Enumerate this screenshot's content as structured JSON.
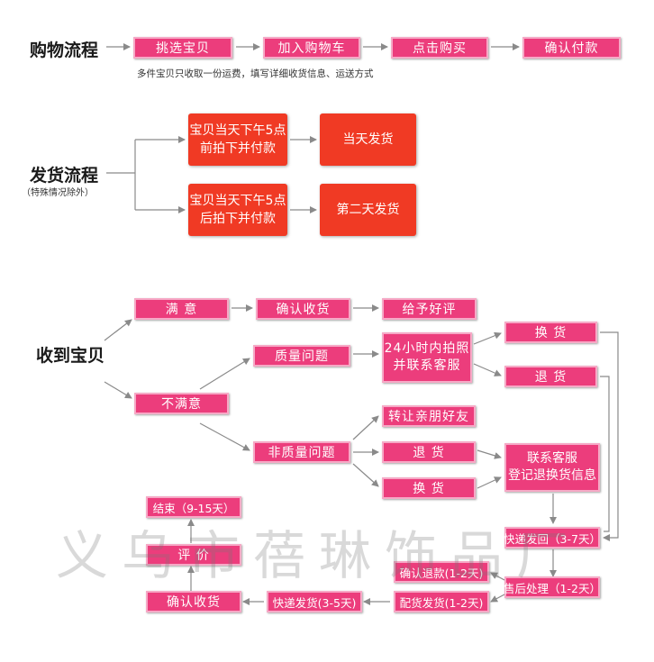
{
  "section1": {
    "label": "购物流程",
    "steps": [
      "挑选宝贝",
      "加入购物车",
      "点击购买",
      "确认付款"
    ],
    "note": "多件宝贝只收取一份运费，填写详细收货信息、运送方式"
  },
  "section2": {
    "label": "发货流程",
    "sublabel": "（特殊情况除外）",
    "cond1_line1": "宝贝当天下午5点",
    "cond1_line2": "前拍下并付款",
    "result1": "当天发货",
    "cond2_line1": "宝贝当天下午5点",
    "cond2_line2": "后拍下并付款",
    "result2": "第二天发货"
  },
  "section3": {
    "label": "收到宝贝",
    "satisfied": "满 意",
    "confirm_receipt": "确认收货",
    "good_review": "给予好评",
    "unsatisfied": "不满意",
    "quality_issue": "质量问题",
    "photo_line1": "24小时内拍照",
    "photo_line2": "并联系客服",
    "exchange": "换 货",
    "return": "退 货",
    "non_quality_issue": "非质量问题",
    "transfer_friends": "转让亲朋好友",
    "return2": "退 货",
    "exchange2": "换 货",
    "contact_line1": "联系客服",
    "contact_line2": "登记退换货信息",
    "express_back": "快递发回（3-7天）",
    "after_sales": "售后处理（1-2天）",
    "refund": "确认退款(1-2天)",
    "delivery": "配货发货(1-2天)",
    "express_send": "快递发货(3-5天)",
    "confirm_receipt2": "确认收货",
    "review": "评 价",
    "end": "结束（9-15天）"
  },
  "watermark": "义乌市蓓琳饰品厂",
  "colors": {
    "pink": "#ec3d7c",
    "red": "#f03a24",
    "line": "#8a8a8a"
  }
}
